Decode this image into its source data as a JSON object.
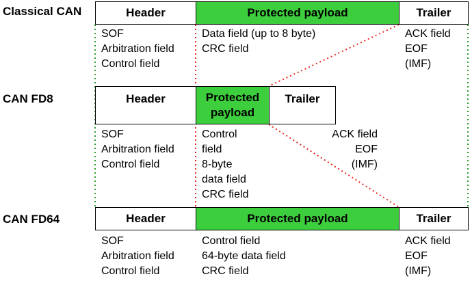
{
  "classical": {
    "label": "Classical CAN",
    "header": "Header",
    "payload": "Protected payload",
    "trailer": "Trailer",
    "header_fields": [
      "SOF",
      "Arbitration field",
      "Control field"
    ],
    "payload_fields": [
      "Data field (up to 8 byte)",
      "CRC field"
    ],
    "trailer_fields": [
      "ACK field",
      "EOF",
      "(IMF)"
    ]
  },
  "fd8": {
    "label": "CAN FD8",
    "header": "Header",
    "payload_line1": "Protected",
    "payload_line2": "payload",
    "trailer": "Trailer",
    "header_fields": [
      "SOF",
      "Arbitration field",
      "Control field"
    ],
    "payload_fields": [
      "Control",
      "field",
      "8-byte",
      "data field",
      "CRC field"
    ],
    "trailer_fields": [
      "ACK field",
      "EOF",
      "(IMF)"
    ]
  },
  "fd64": {
    "label": "CAN FD64",
    "header": "Header",
    "payload": "Protected payload",
    "trailer": "Trailer",
    "header_fields": [
      "SOF",
      "Arbitration field",
      "Control field"
    ],
    "payload_fields": [
      "Control field",
      "64-byte data field",
      "CRC field"
    ],
    "trailer_fields": [
      "ACK field",
      "EOF",
      "(IMF)"
    ]
  },
  "colors": {
    "payload_fill": "#3dce3d",
    "header_dotted": "#2a9a2a",
    "payload_dotted": "#e8281e"
  }
}
